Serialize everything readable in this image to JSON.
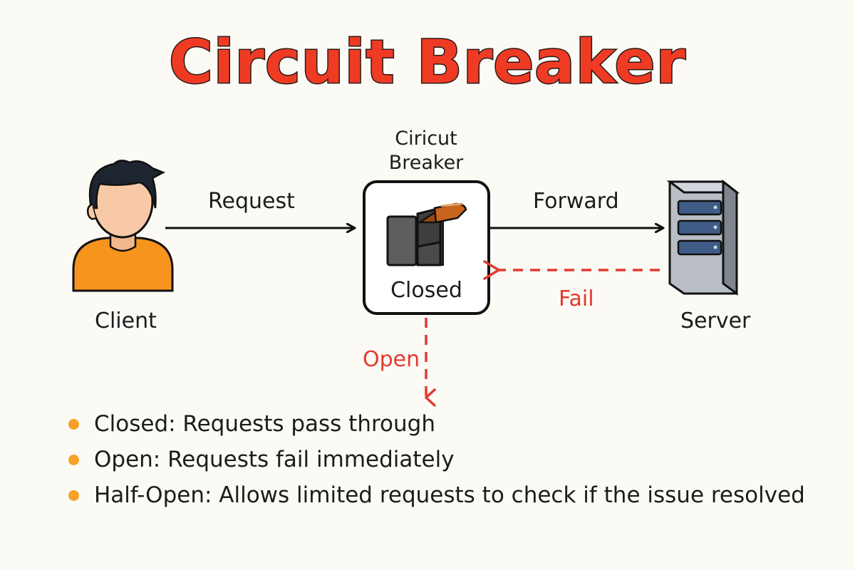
{
  "title": "Circuit Breaker",
  "nodes": {
    "client": {
      "label": "Client"
    },
    "breaker": {
      "caption_line1": "Ciricut",
      "caption_line2": "Breaker",
      "state": "Closed"
    },
    "server": {
      "label": "Server"
    }
  },
  "edges": {
    "request": "Request",
    "forward": "Forward",
    "fail": "Fail",
    "open": "Open"
  },
  "bullets": [
    {
      "text": "Closed:  Requests pass through"
    },
    {
      "text": "Open:  Requests fail immediately"
    },
    {
      "text": "Half-Open:  Allows limited requests to check if the issue resolved"
    }
  ],
  "colors": {
    "title": "#ef3b24",
    "accent_red": "#e23a30",
    "bullet": "#f5a12a",
    "client_shirt": "#f7941d",
    "client_skin": "#f7c9a6",
    "client_hair": "#1d2530",
    "server_body": "#9aa1ab",
    "server_slot": "#3f5c86",
    "breaker_lever": "#c8641e"
  }
}
